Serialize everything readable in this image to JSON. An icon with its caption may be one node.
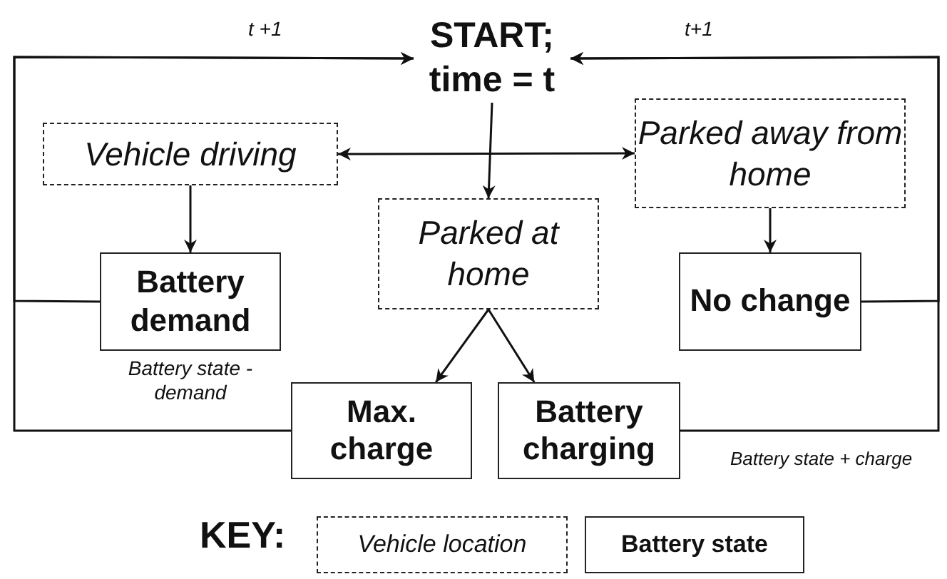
{
  "diagram": {
    "nodes": [
      {
        "text": [
          "START; time = t"
        ]
      },
      {
        "text": [
          "Vehicle driving"
        ]
      },
      {
        "text": [
          "Parked away from home"
        ]
      },
      {
        "text": [
          "Parked at home"
        ]
      },
      {
        "text": [
          "Battery demand"
        ],
        "beside": [
          "Battery state - demand"
        ]
      },
      {
        "text": [
          "No change"
        ]
      },
      {
        "text": [
          "Max. charge"
        ]
      },
      {
        "text": [
          "Battery charging"
        ]
      }
    ],
    "edges": [
      {
        "from": 4,
        "to": 0,
        "arrow": "to",
        "label": "t +1"
      },
      {
        "from": 6,
        "to": 0,
        "arrow": "to"
      },
      {
        "from": 5,
        "to": 0,
        "arrow": "to",
        "label": "t+1"
      },
      {
        "from": 7,
        "to": 0,
        "arrow": "to"
      },
      {
        "from": 0,
        "to": 3,
        "arrow": "to"
      },
      {
        "from": 1,
        "to": 2,
        "arrow": "both"
      },
      {
        "from": 1,
        "to": 4,
        "arrow": "to"
      },
      {
        "from": 2,
        "to": 5,
        "arrow": "to"
      },
      {
        "from": 3,
        "to": 6,
        "arrow": "to"
      },
      {
        "from": 3,
        "to": 7,
        "arrow": "to"
      }
    ],
    "labels": [
      "Battery state + charge",
      "KEY:"
    ],
    "legend": [
      {
        "text": "Vehicle location"
      },
      {
        "text": "Battery state"
      }
    ]
  }
}
